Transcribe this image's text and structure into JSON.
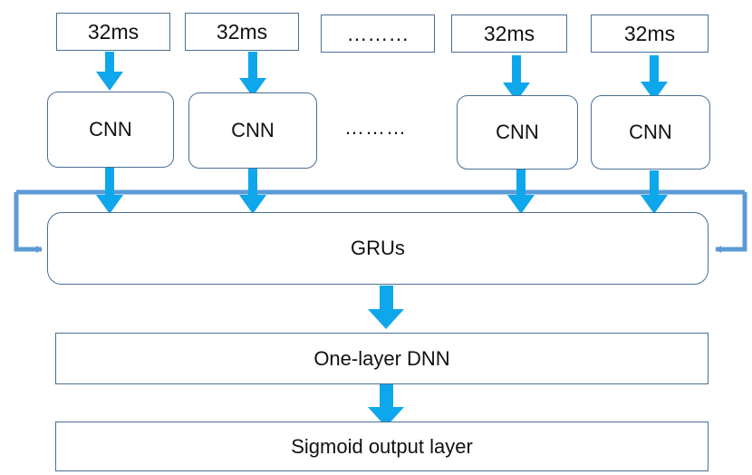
{
  "frames": [
    {
      "label": "32ms"
    },
    {
      "label": "32ms"
    },
    {
      "label": "32ms"
    },
    {
      "label": "32ms"
    }
  ],
  "cnns": [
    {
      "label": "CNN"
    },
    {
      "label": "CNN"
    },
    {
      "label": "CNN"
    },
    {
      "label": "CNN"
    }
  ],
  "ellipsis": "………",
  "gru": {
    "label": "GRUs"
  },
  "dnn": {
    "label": "One-layer DNN"
  },
  "output": {
    "label": "Sigmoid output layer"
  },
  "colors": {
    "arrow": "#0ea7ec",
    "feedback": "#5b9bd5",
    "border": "#4a6f94"
  }
}
